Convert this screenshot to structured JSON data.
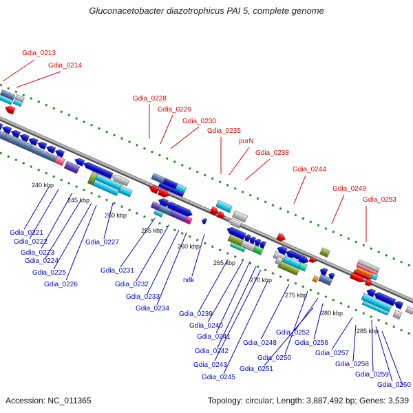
{
  "title": "Gluconacetobacter diazotrophicus PAI 5, complete genome",
  "footer": {
    "accession": "Accession: NC_011365",
    "topology": "Topology: circular; Length: 3,887,492 bp; Genes: 3,539"
  },
  "scale_ticks": [
    "240 kbp",
    "245 kbp",
    "250 kbp",
    "255 kbp",
    "260 kbp",
    "265 kbp",
    "270 kbp",
    "275 kbp",
    "280 kbp",
    "285 kbp"
  ],
  "upper_labels": [
    "Gdia_0213",
    "Gdia_0214",
    "Gdia_0228",
    "Gdia_0229",
    "Gdia_0230",
    "Gdia_0235",
    "purN",
    "Gdia_0238",
    "Gdia_0244",
    "Gdia_0249",
    "Gdia_0253"
  ],
  "lower_labels": [
    "Gdia_0221",
    "Gdia_0222",
    "Gdia_0223",
    "Gdia_0224",
    "Gdia_0225",
    "Gdia_0226",
    "Gdia_0227",
    "Gdia_0231",
    "Gdia_0232",
    "Gdia_0233",
    "Gdia_0234",
    "ndk",
    "Gdia_0239",
    "Gdia_0240",
    "Gdia_0241",
    "Gdia_0242",
    "Gdia_0243",
    "Gdia_0245",
    "Gdia_0248",
    "Gdia_0250",
    "Gdia_0251",
    "Gdia_0252",
    "Gdia_0256",
    "Gdia_0257",
    "Gdia_0258",
    "Gdia_0259",
    "Gdia_0260"
  ],
  "colors": {
    "upper_label": "#e00000",
    "lower_label": "#0000cc",
    "backbone": "#8a8a8a",
    "scale_dots": "#2a8a2a"
  }
}
